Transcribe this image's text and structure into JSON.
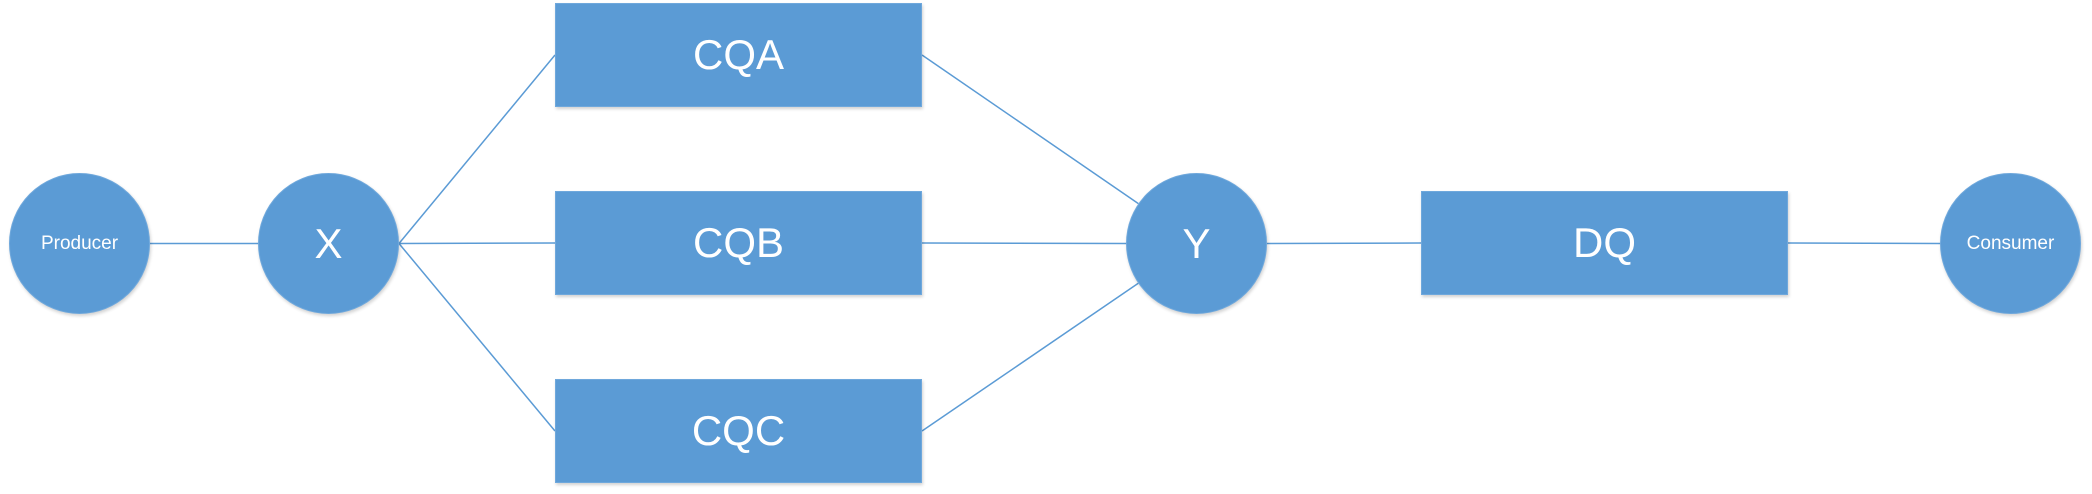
{
  "diagram": {
    "nodes": {
      "producer": {
        "label": "Producer"
      },
      "x": {
        "label": "X"
      },
      "cqa": {
        "label": "CQA"
      },
      "cqb": {
        "label": "CQB"
      },
      "cqc": {
        "label": "CQC"
      },
      "y": {
        "label": "Y"
      },
      "dq": {
        "label": "DQ"
      },
      "consumer": {
        "label": "Consumer"
      }
    },
    "edges": [
      {
        "from": "producer",
        "to": "x"
      },
      {
        "from": "x",
        "to": "cqa"
      },
      {
        "from": "x",
        "to": "cqb"
      },
      {
        "from": "x",
        "to": "cqc"
      },
      {
        "from": "cqa",
        "to": "y"
      },
      {
        "from": "cqb",
        "to": "y"
      },
      {
        "from": "cqc",
        "to": "y"
      },
      {
        "from": "y",
        "to": "dq"
      },
      {
        "from": "dq",
        "to": "consumer"
      }
    ],
    "colors": {
      "node_fill": "#5b9bd5",
      "node_text": "#ffffff",
      "edge": "#5b9bd5"
    }
  }
}
